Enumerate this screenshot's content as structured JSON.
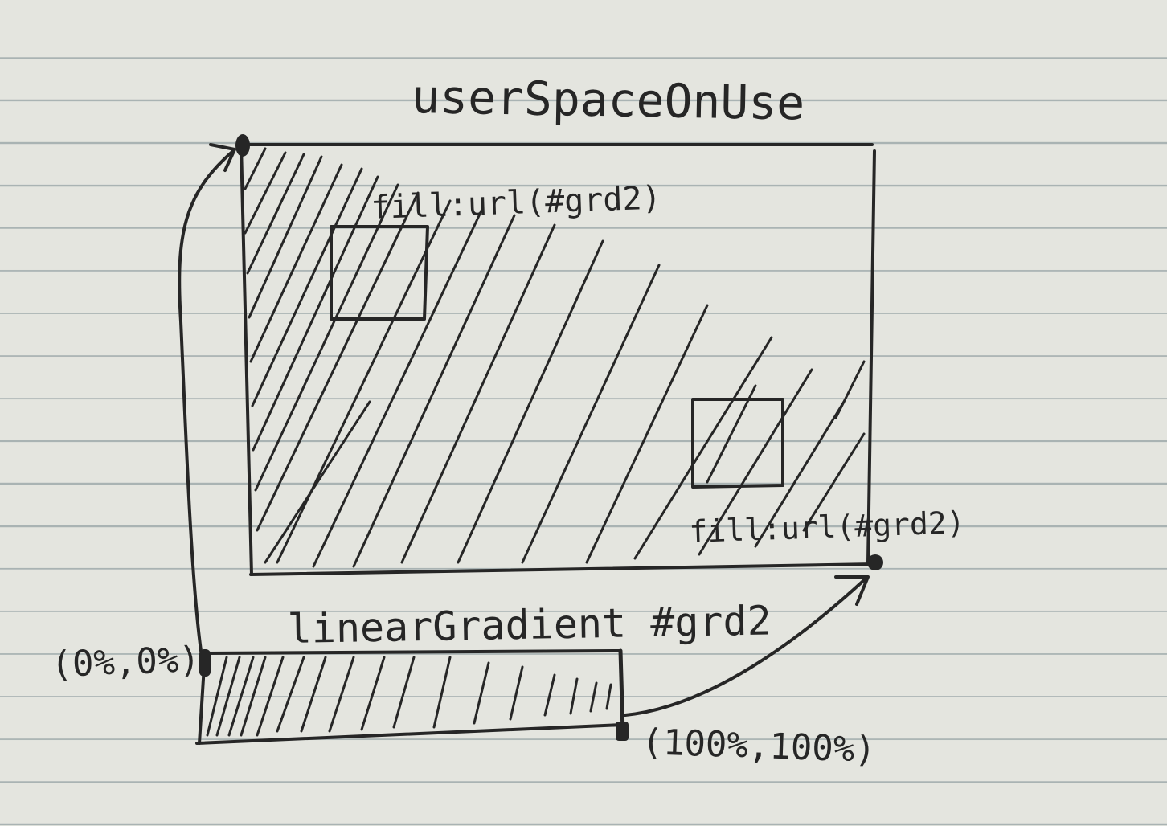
{
  "title": "userSpaceOnUse",
  "labels": {
    "fill_top": "fill:url(#grd2)",
    "fill_bottom": "fill:url(#grd2)",
    "gradient_name": "linearGradient #grd2",
    "start_point": "(0%,0%)",
    "end_point": "(100%,100%)"
  },
  "colors": {
    "ink": "#262626",
    "paper": "#e4e5df",
    "rule_line": "#a9b3b3"
  }
}
